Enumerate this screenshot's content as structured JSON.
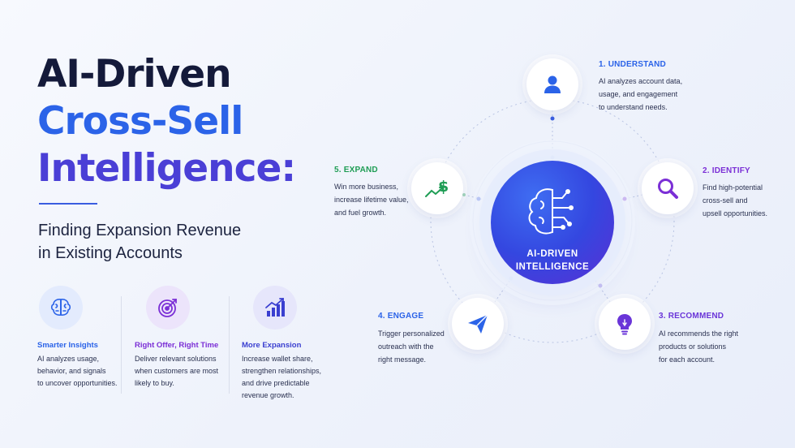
{
  "title": {
    "line1": "AI-Driven",
    "line2": "Cross-Sell",
    "line3": "Intelligence:"
  },
  "subtitle": {
    "line1": "Finding Expansion Revenue",
    "line2": "in Existing Accounts"
  },
  "features": [
    {
      "heading": "Smarter Insights",
      "desc": [
        "AI analyzes usage,",
        "behavior, and signals",
        "to uncover opportunities."
      ],
      "icon": "brain-icon",
      "color": "#2b63e8"
    },
    {
      "heading": "Right Offer, Right Time",
      "desc": [
        "Deliver relevant solutions",
        "when customers are most",
        "likely to buy."
      ],
      "icon": "target-icon",
      "color": "#7b2fd6"
    },
    {
      "heading": "More Expansion",
      "desc": [
        "Increase wallet share,",
        "strengthen relationships,",
        "and drive predictable",
        "revenue growth."
      ],
      "icon": "growth-chart-icon",
      "color": "#3a3fd0"
    }
  ],
  "center": {
    "line1": "AI-DRIVEN",
    "line2": "INTELLIGENCE",
    "icon": "circuit-brain-icon"
  },
  "steps": [
    {
      "title": "1. UNDERSTAND",
      "desc": [
        "AI analyzes account data,",
        "usage, and engagement",
        "to understand needs."
      ],
      "icon": "user-icon",
      "color": "#2b63e8"
    },
    {
      "title": "2. IDENTIFY",
      "desc": [
        "Find high-potential",
        "cross-sell and",
        "upsell opportunities."
      ],
      "icon": "magnifier-icon",
      "color": "#7b2fd6"
    },
    {
      "title": "3. RECOMMEND",
      "desc": [
        "AI recommends the right",
        "products or solutions",
        "for each account."
      ],
      "icon": "lightbulb-icon",
      "color": "#6a35d8"
    },
    {
      "title": "4. ENGAGE",
      "desc": [
        "Trigger personalized",
        "outreach with the",
        "right message."
      ],
      "icon": "paper-plane-icon",
      "color": "#2b63e8"
    },
    {
      "title": "5. EXPAND",
      "desc": [
        "Win more business,",
        "increase lifetime value,",
        "and fuel growth."
      ],
      "icon": "dollar-growth-icon",
      "color": "#1f9d55"
    }
  ]
}
